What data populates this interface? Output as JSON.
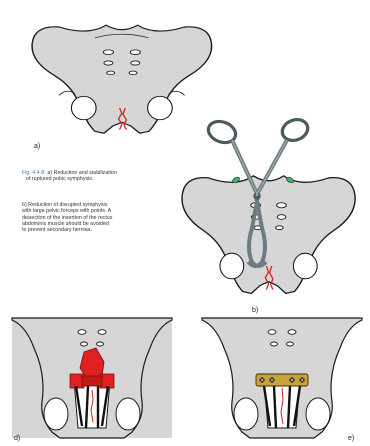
{
  "caption_main": {
    "fig_number": "Fig. 4.4-8:",
    "line1_rest": " a) Reduction and stabilization",
    "line2": "of ruptured pubic symphysis."
  },
  "caption_b": {
    "lines": [
      "b) Reduction of disrupted symphysis",
      "with large pelvic forceps with points. A",
      "dissection of the insertion of the rectus",
      "abdominis muscle should be avoided",
      "to prevent secondary hernias."
    ]
  },
  "panel_labels": {
    "a": "a)",
    "b": "b)",
    "d": "d)",
    "e": "e)"
  },
  "colors": {
    "bone_fill": "#d6d6d6",
    "bone_stroke": "#1a1a1a",
    "fracture_red": "#d42020",
    "forceps_gray": "#6b7b80",
    "muscle_green": "#3fae6a",
    "plate_yellow": "#c9a23a",
    "fig_number_blue": "#3a7fc0"
  }
}
